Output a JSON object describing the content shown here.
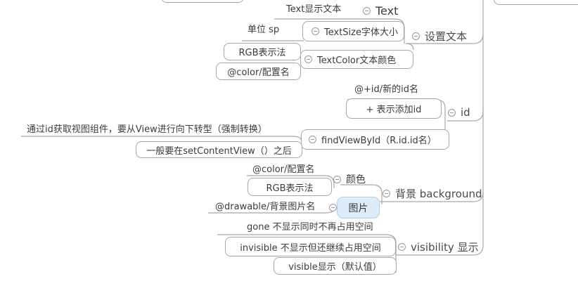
{
  "app": {
    "kind": "mindmap-editor-canvas"
  },
  "colors": {
    "line": "#a8a8a8",
    "text": "#3b3b3b",
    "box_border": "#a8a8a8",
    "selection_fill": "#ddecf8",
    "selection_border": "#b0d0ea"
  },
  "icons": {
    "collapse": "minus-in-circle"
  },
  "map": {
    "branches": [
      {
        "label": "设置文本",
        "children": [
          {
            "label": "Text",
            "children": [
              {
                "label": "Text显示文本"
              }
            ]
          },
          {
            "label": "TextSize字体大小",
            "children": [
              {
                "label": "单位 sp"
              }
            ]
          },
          {
            "label": "TextColor文本颜色",
            "children": [
              {
                "label": "RGB表示法"
              },
              {
                "label": "@color/配置名"
              }
            ]
          }
        ]
      },
      {
        "label": "id",
        "children": [
          {
            "label": "@+id/新的id名"
          },
          {
            "label": "+ 表示添加id"
          },
          {
            "label": "findViewById（R.id.id名）",
            "children": [
              {
                "label": "通过id获取视图组件，要从View进行向下转型（强制转换）"
              },
              {
                "label": "一般要在setContentView（）之后"
              }
            ]
          }
        ]
      },
      {
        "label": "背景 background",
        "children": [
          {
            "label": "颜色",
            "children": [
              {
                "label": "@color/配置名"
              },
              {
                "label": "RGB表示法"
              }
            ]
          },
          {
            "label": "图片",
            "selected": true,
            "children": [
              {
                "label": "@drawable/背景图片名"
              }
            ]
          }
        ]
      },
      {
        "label": "visibility 显示",
        "children": [
          {
            "label": "gone 不显示同时不再占用空间"
          },
          {
            "label": "invisible 不显示但还继续占用空间"
          },
          {
            "label": "visible显示（默认值）"
          }
        ]
      }
    ]
  }
}
